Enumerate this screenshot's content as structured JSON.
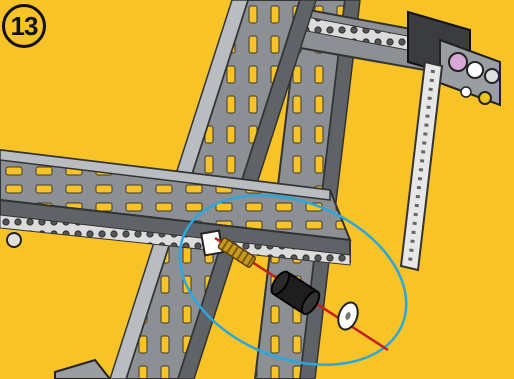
{
  "step": {
    "number": "13"
  },
  "colors": {
    "background": "#f7c326",
    "beam": "#8c8f93",
    "beam_dark": "#5f6266",
    "beam_light": "#b9bcc0",
    "slot": "#f7c326",
    "callout_ring": "#2aa7dd",
    "spring": "#c99a1f",
    "cylinder": "#1e1e1e",
    "rod": "#c0201e",
    "washer": "#ffffff"
  },
  "parts": [
    {
      "name": "axle-rod",
      "icon": "rod-icon"
    },
    {
      "name": "compression-spring",
      "icon": "spring-icon"
    },
    {
      "name": "rubber-cylinder",
      "icon": "cylinder-icon"
    },
    {
      "name": "washer",
      "icon": "washer-icon"
    }
  ]
}
